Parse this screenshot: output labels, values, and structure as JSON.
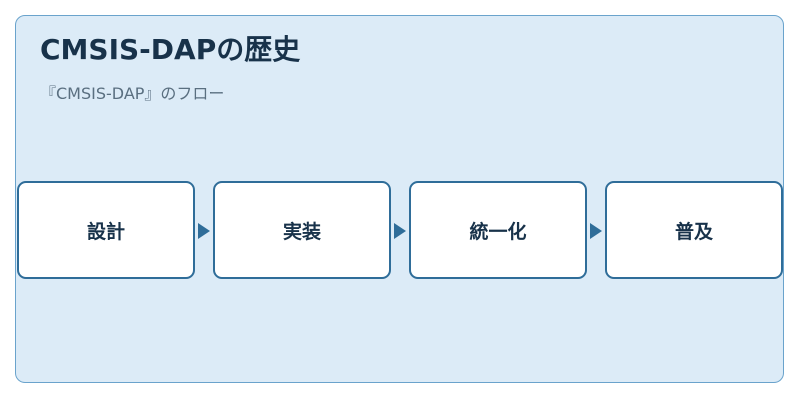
{
  "diagram": {
    "title": "CMSIS-DAPの歴史",
    "subtitle": "『CMSIS-DAP』のフロー",
    "steps": [
      {
        "label": "設計"
      },
      {
        "label": "実装"
      },
      {
        "label": "統一化"
      },
      {
        "label": "普及"
      }
    ],
    "colors": {
      "background": "#dcebf7",
      "frame_border": "#6aa3cc",
      "step_border": "#2f6d99",
      "arrow": "#2f6d99",
      "title_text": "#18324a"
    }
  }
}
